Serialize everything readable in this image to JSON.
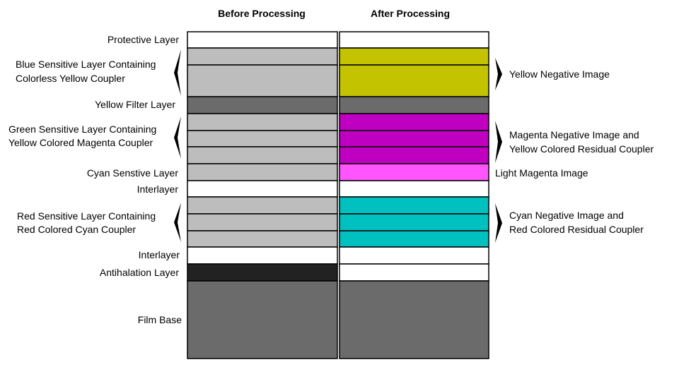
{
  "headers": {
    "before": "Before Processing",
    "after": "After Processing"
  },
  "layers": [
    {
      "id": "protective",
      "before": "#ffffff",
      "after": "#ffffff"
    },
    {
      "id": "blue-1",
      "before": "#bdbdbd",
      "after": "#c3c300"
    },
    {
      "id": "blue-2",
      "before": "#bdbdbd",
      "after": "#c3c300"
    },
    {
      "id": "yellow-filter",
      "before": "#6b6b6b",
      "after": "#6b6b6b"
    },
    {
      "id": "green-1",
      "before": "#bdbdbd",
      "after": "#c000c0"
    },
    {
      "id": "green-2",
      "before": "#bdbdbd",
      "after": "#c000c0"
    },
    {
      "id": "green-3",
      "before": "#bdbdbd",
      "after": "#c000c0"
    },
    {
      "id": "cyan-sensitive",
      "before": "#bdbdbd",
      "after": "#ff55ff"
    },
    {
      "id": "interlayer-1",
      "before": "#ffffff",
      "after": "#ffffff"
    },
    {
      "id": "red-1",
      "before": "#bdbdbd",
      "after": "#00c0c0"
    },
    {
      "id": "red-2",
      "before": "#bdbdbd",
      "after": "#00c0c0"
    },
    {
      "id": "red-3",
      "before": "#bdbdbd",
      "after": "#00c0c0"
    },
    {
      "id": "interlayer-2",
      "before": "#ffffff",
      "after": "#ffffff"
    },
    {
      "id": "antihalation",
      "before": "#222222",
      "after": "#ffffff"
    },
    {
      "id": "film-base",
      "before": "#6b6b6b",
      "after": "#6b6b6b"
    }
  ],
  "left_labels": {
    "protective": [
      "Protective Layer"
    ],
    "blue": [
      "Blue Sensitive Layer Containing",
      "Colorless Yellow Coupler"
    ],
    "yellow_filter": [
      "Yellow Filter Layer"
    ],
    "green": [
      "Green Sensitive Layer Containing",
      "Yellow Colored Magenta Coupler"
    ],
    "cyan_sensitive": [
      "Cyan Senstive Layer"
    ],
    "interlayer_1": [
      "Interlayer"
    ],
    "red": [
      "Red Sensitive Layer Containing",
      "Red Colored Cyan Coupler"
    ],
    "interlayer_2": [
      "Interlayer"
    ],
    "antihalation": [
      "Antihalation Layer"
    ],
    "film_base": [
      "Film Base"
    ]
  },
  "right_labels": {
    "yellow": [
      "Yellow Negative Image"
    ],
    "magenta": [
      "Magenta Negative Image and",
      "Yellow Colored Residual Coupler"
    ],
    "light_magenta": [
      "Light Magenta Image"
    ],
    "cyan": [
      "Cyan Negative Image and",
      "Red Colored Residual Coupler"
    ]
  }
}
